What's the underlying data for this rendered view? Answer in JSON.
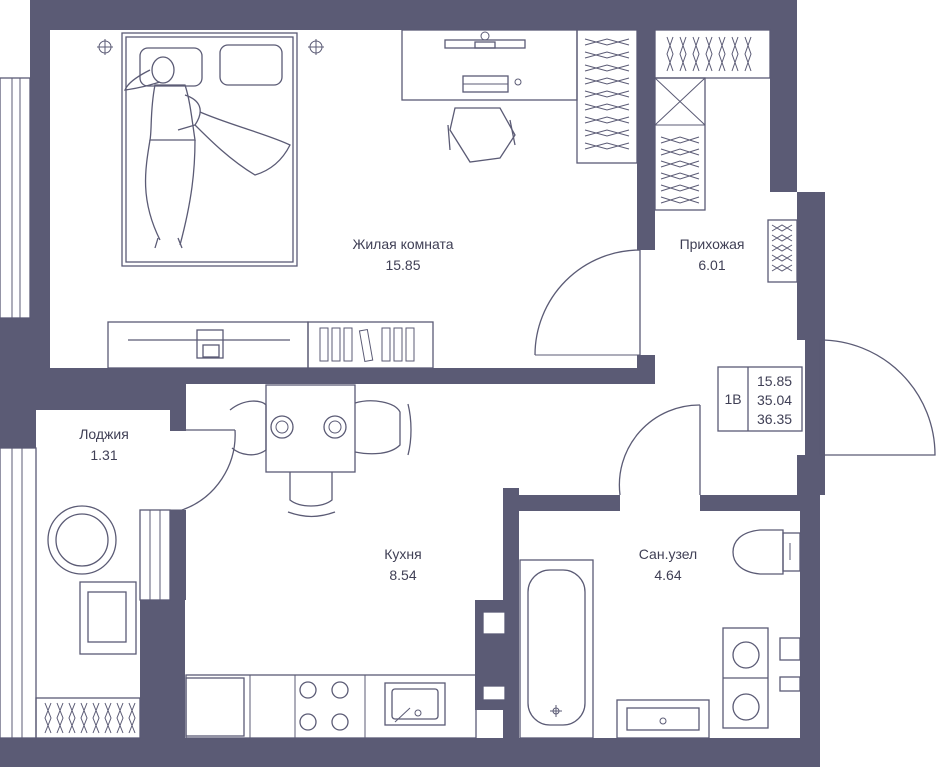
{
  "rooms": {
    "living": {
      "name": "Жилая комната",
      "area": "15.85"
    },
    "hall": {
      "name": "Прихожая",
      "area": "6.01"
    },
    "loggia": {
      "name": "Лоджия",
      "area": "1.31"
    },
    "kitchen": {
      "name": "Кухня",
      "area": "8.54"
    },
    "bathroom": {
      "name": "Сан.узел",
      "area": "4.64"
    }
  },
  "summary": {
    "type": "1В",
    "living_area": "15.85",
    "total_area": "35.04",
    "total_with_loggia": "36.35"
  },
  "colors": {
    "wall": "#5b5b75",
    "line": "#5b5b75",
    "text": "#3f3f55",
    "background": "#ffffff"
  }
}
